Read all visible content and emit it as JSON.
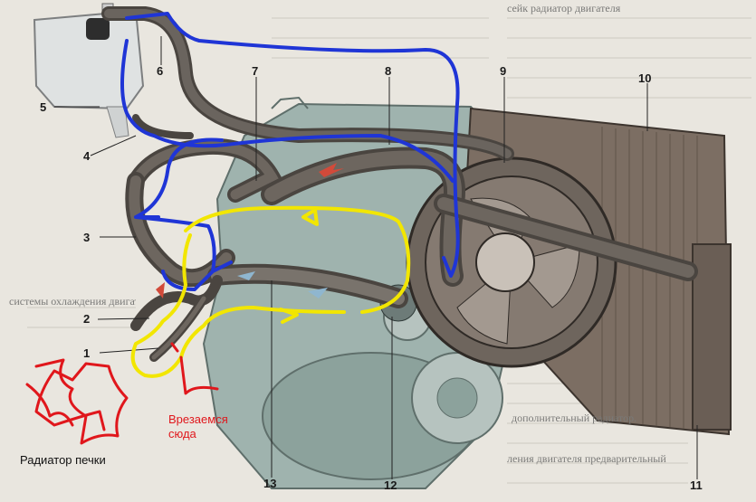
{
  "callouts": {
    "c1": "1",
    "c2": "2",
    "c3": "3",
    "c4": "4",
    "c5": "5",
    "c6": "6",
    "c7": "7",
    "c8": "8",
    "c9": "9",
    "c10": "10",
    "c11": "11",
    "c12": "12",
    "c13": "13"
  },
  "annotations": {
    "cut_here": "Врезаемся сюда",
    "heater_radiator": "Радиатор печки"
  },
  "colors": {
    "hose": "#5a5550",
    "engine": "#9fb3ae",
    "radiator": "#7c6e63",
    "annotation_blue": "#1f35d6",
    "annotation_yellow": "#f2e600",
    "annotation_red": "#e0171c"
  }
}
